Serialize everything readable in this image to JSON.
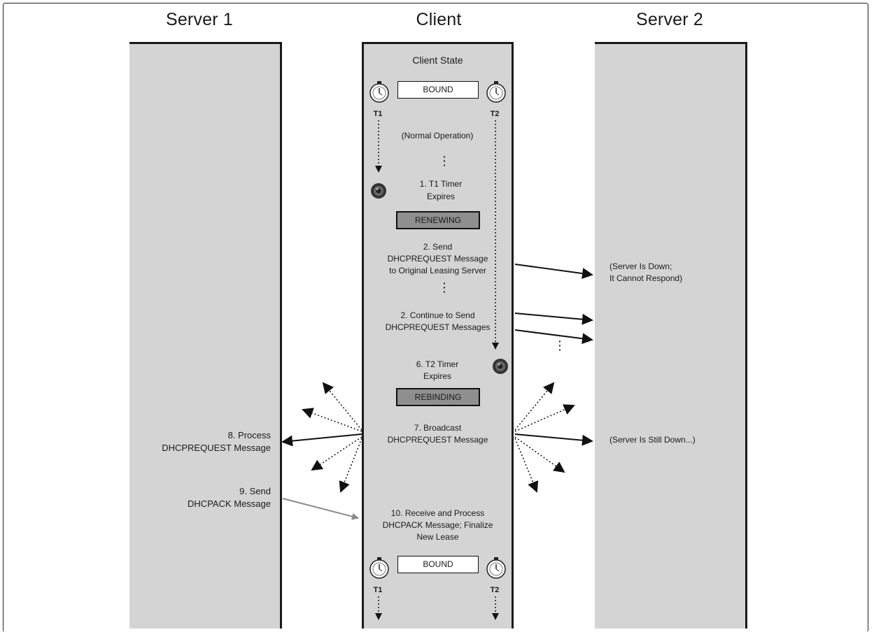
{
  "columns": {
    "server1": "Server 1",
    "client": "Client",
    "server2": "Server 2"
  },
  "client": {
    "state_heading": "Client State",
    "state_bound": "BOUND",
    "state_renewing": "RENEWING",
    "state_rebinding": "REBINDING",
    "state_bound_final": "BOUND",
    "t1_label": "T1",
    "t2_label": "T2",
    "normal_operation": "(Normal Operation)",
    "dots": "⋮",
    "step1_line1": "1. T1 Timer",
    "step1_line2": "Expires",
    "step2_line1": "2. Send",
    "step2_line2": "DHCPREQUEST Message",
    "step2_line3": "to Original Leasing Server",
    "step2b_line1": "2. Continue to Send",
    "step2b_line2": "DHCPREQUEST Messages",
    "step6_line1": "6. T2 Timer",
    "step6_line2": "Expires",
    "step7_line1": "7. Broadcast",
    "step7_line2": "DHCPREQUEST Message",
    "step10_line1": "10. Receive and Process",
    "step10_line2": "DHCPACK Message; Finalize",
    "step10_line3": "New Lease"
  },
  "server1": {
    "step8_line1": "8. Process",
    "step8_line2": "DHCPREQUEST Message",
    "step9_line1": "9. Send",
    "step9_line2": "DHCPACK Message"
  },
  "server2": {
    "down_line1": "(Server Is Down;",
    "down_line2": "It Cannot Respond)",
    "still_down": "(Server Is Still Down...)",
    "dots": "⋮"
  },
  "colors": {
    "panel": "#d4d4d4",
    "state_dark": "#8f8f8f",
    "ack_arrow": "#8a8a8a"
  },
  "icons": [
    "stopwatch-icon",
    "expired-timer-icon"
  ]
}
